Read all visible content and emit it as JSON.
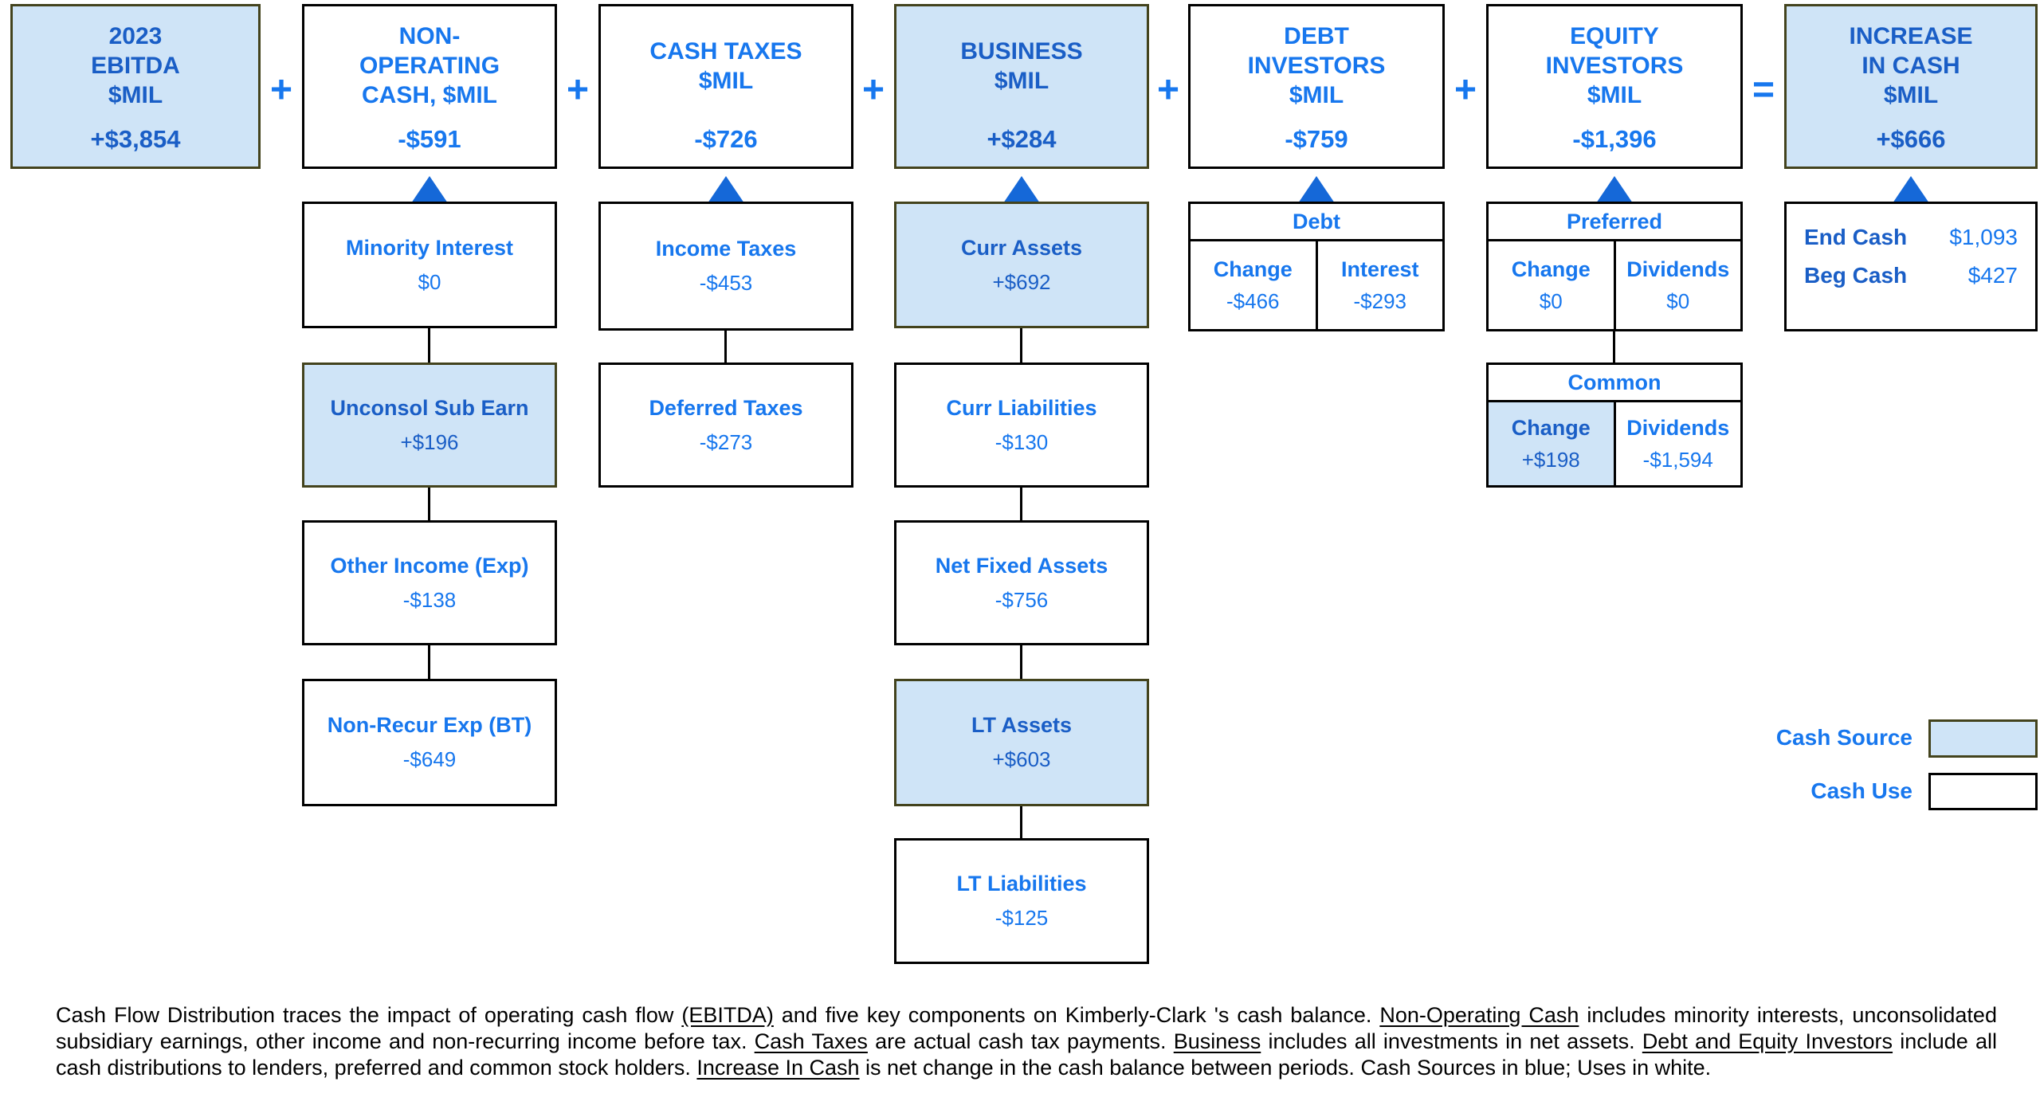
{
  "palette": {
    "cash_source_fill": "#cfe4f7",
    "cash_use_fill": "#ffffff",
    "text_blue_on_white": "#1777ee",
    "text_blue_on_fill": "#1a5ec6",
    "arrow_blue": "#1568d8",
    "source_border": "#43431d",
    "use_border": "#000000"
  },
  "top": {
    "boxes": [
      {
        "title": "2023\nEBITDA\n$MIL",
        "value": "+$3,854",
        "variant": "source"
      },
      {
        "title": "NON-\nOPERATING\nCASH, $MIL",
        "value": "-$591",
        "variant": "use"
      },
      {
        "title": "CASH TAXES\n$MIL",
        "value": "-$726",
        "variant": "use"
      },
      {
        "title": "BUSINESS\n$MIL",
        "value": "+$284",
        "variant": "source"
      },
      {
        "title": "DEBT\nINVESTORS\n$MIL",
        "value": "-$759",
        "variant": "use"
      },
      {
        "title": "EQUITY\nINVESTORS\n$MIL",
        "value": "-$1,396",
        "variant": "use"
      },
      {
        "title": "INCREASE\nIN CASH\n$MIL",
        "value": "+$666",
        "variant": "source"
      }
    ],
    "operators": {
      "plus": "+",
      "equals": "="
    }
  },
  "non_operating_column": [
    {
      "label": "Minority Interest",
      "value": "$0",
      "variant": "use"
    },
    {
      "label": "Unconsol Sub Earn",
      "value": "+$196",
      "variant": "source"
    },
    {
      "label": "Other Income (Exp)",
      "value": "-$138",
      "variant": "use"
    },
    {
      "label": "Non-Recur Exp (BT)",
      "value": "-$649",
      "variant": "use"
    }
  ],
  "cash_taxes_column": [
    {
      "label": "Income Taxes",
      "value": "-$453",
      "variant": "use"
    },
    {
      "label": "Deferred Taxes",
      "value": "-$273",
      "variant": "use"
    }
  ],
  "business_column": [
    {
      "label": "Curr Assets",
      "value": "+$692",
      "variant": "source"
    },
    {
      "label": "Curr Liabilities",
      "value": "-$130",
      "variant": "use"
    },
    {
      "label": "Net Fixed Assets",
      "value": "-$756",
      "variant": "use"
    },
    {
      "label": "LT Assets",
      "value": "+$603",
      "variant": "source"
    },
    {
      "label": "LT Liabilities",
      "value": "-$125",
      "variant": "use"
    }
  ],
  "debt_table": {
    "header": "Debt",
    "cells": [
      {
        "label": "Change",
        "value": "-$466",
        "variant": "use"
      },
      {
        "label": "Interest",
        "value": "-$293",
        "variant": "use"
      }
    ]
  },
  "equity_tables": {
    "preferred": {
      "header": "Preferred",
      "cells": [
        {
          "label": "Change",
          "value": "$0",
          "variant": "use"
        },
        {
          "label": "Dividends",
          "value": "$0",
          "variant": "use"
        }
      ]
    },
    "common": {
      "header": "Common",
      "cells": [
        {
          "label": "Change",
          "value": "+$198",
          "variant": "source"
        },
        {
          "label": "Dividends",
          "value": "-$1,594",
          "variant": "use"
        }
      ]
    }
  },
  "increase_detail": {
    "rows": [
      {
        "label": "End Cash",
        "value": "$1,093"
      },
      {
        "label": "Beg Cash",
        "value": "$427"
      }
    ]
  },
  "legend": {
    "source_label": "Cash Source",
    "use_label": "Cash Use"
  },
  "footnote": {
    "segments": [
      {
        "text": "Cash Flow Distribution traces the impact of operating cash flow ",
        "underline": false
      },
      {
        "text": "(EBITDA)",
        "underline": true
      },
      {
        "text": " and five key components on Kimberly-Clark 's cash balance. ",
        "underline": false
      },
      {
        "text": "Non-Operating Cash",
        "underline": true
      },
      {
        "text": " includes minority interests, unconsolidated subsidiary earnings, other income and non-recurring income before tax. ",
        "underline": false
      },
      {
        "text": "Cash Taxes",
        "underline": true
      },
      {
        "text": " are actual cash tax payments. ",
        "underline": false
      },
      {
        "text": "Business",
        "underline": true
      },
      {
        "text": " includes all investments in net assets. ",
        "underline": false
      },
      {
        "text": "Debt and Equity Investors",
        "underline": true
      },
      {
        "text": " include all cash distributions to lenders, preferred and common stock holders. ",
        "underline": false
      },
      {
        "text": "Increase In Cash",
        "underline": true
      },
      {
        "text": " is net change in the cash balance between periods. Cash Sources in blue; Uses in white.",
        "underline": false
      }
    ]
  }
}
